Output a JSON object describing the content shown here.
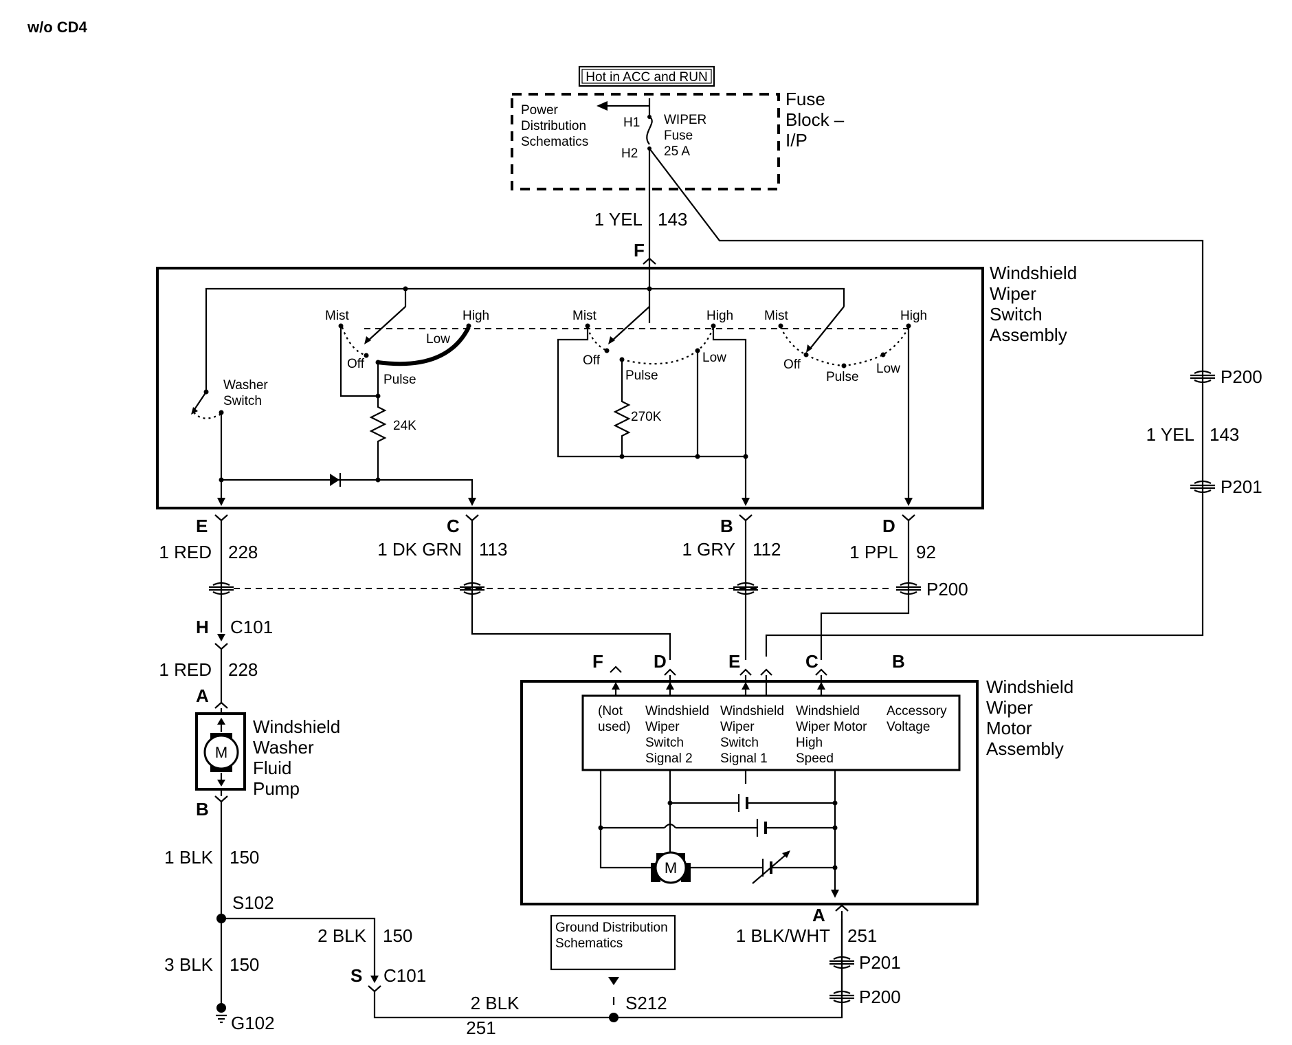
{
  "header": {
    "variant": "w/o CD4"
  },
  "fuse_block": {
    "hot_label": "Hot in ACC and RUN",
    "title": [
      "Fuse",
      "Block –",
      "I/P"
    ],
    "power_distribution": [
      "Power",
      "Distribution",
      "Schematics"
    ],
    "fuse": [
      "WIPER",
      "Fuse",
      "25 A"
    ],
    "terminal_h1": "H1",
    "terminal_h2": "H2"
  },
  "switch_assembly": {
    "title": [
      "Windshield",
      "Wiper",
      "Switch",
      "Assembly"
    ],
    "washer_switch": [
      "Washer",
      "Switch"
    ],
    "positions": {
      "mist": "Mist",
      "high": "High",
      "low": "Low",
      "off": "Off",
      "pulse": "Pulse"
    },
    "resistor_1": "24K",
    "resistor_2": "270K",
    "input_terminal": "F"
  },
  "wires": {
    "w143_top": {
      "gauge": "1 YEL",
      "circuit": "143"
    },
    "w143_right": {
      "gauge": "1 YEL",
      "circuit": "143"
    },
    "w228_top": {
      "pin": "E",
      "gauge": "1 RED",
      "circuit": "228"
    },
    "w113": {
      "pin": "C",
      "gauge": "1 DK GRN",
      "circuit": "113"
    },
    "w112": {
      "pin": "B",
      "gauge": "1 GRY",
      "circuit": "112"
    },
    "w92": {
      "pin": "D",
      "gauge": "1 PPL",
      "circuit": "92"
    },
    "w228_bottom": {
      "gauge": "1 RED",
      "circuit": "228"
    },
    "w150_pump": {
      "gauge": "1 BLK",
      "circuit": "150"
    },
    "w150_ground": {
      "gauge": "3 BLK",
      "circuit": "150"
    },
    "w150_branch": {
      "gauge": "2 BLK",
      "circuit": "150"
    },
    "w251_ground": {
      "gauge": "2 BLK",
      "circuit": "251"
    },
    "w251_motor": {
      "gauge": "1 BLK/WHT",
      "circuit": "251"
    }
  },
  "connectors": {
    "p200": "P200",
    "p201": "P201",
    "c101": "C101",
    "c101_pin_h": "H",
    "c101_pin_s": "S",
    "s102": "S102",
    "s212": "S212",
    "g102": "G102"
  },
  "pump": {
    "title": [
      "Windshield",
      "Washer",
      "Fluid",
      "Pump"
    ],
    "pin_a": "A",
    "pin_b": "B",
    "motor": "M"
  },
  "motor_assembly": {
    "title": [
      "Windshield",
      "Wiper",
      "Motor",
      "Assembly"
    ],
    "pins": [
      "F",
      "D",
      "E",
      "C",
      "B"
    ],
    "terminals": [
      [
        "(Not",
        "used)"
      ],
      [
        "Windshield",
        "Wiper",
        "Switch",
        "Signal 2"
      ],
      [
        "Windshield",
        "Wiper",
        "Switch",
        "Signal 1"
      ],
      [
        "Windshield",
        "Wiper Motor",
        "High",
        "Speed"
      ],
      [
        "Accessory",
        "Voltage"
      ]
    ],
    "ground_pin": "A",
    "motor": "M"
  },
  "ground_distribution": [
    "Ground Distribution",
    "Schematics"
  ]
}
